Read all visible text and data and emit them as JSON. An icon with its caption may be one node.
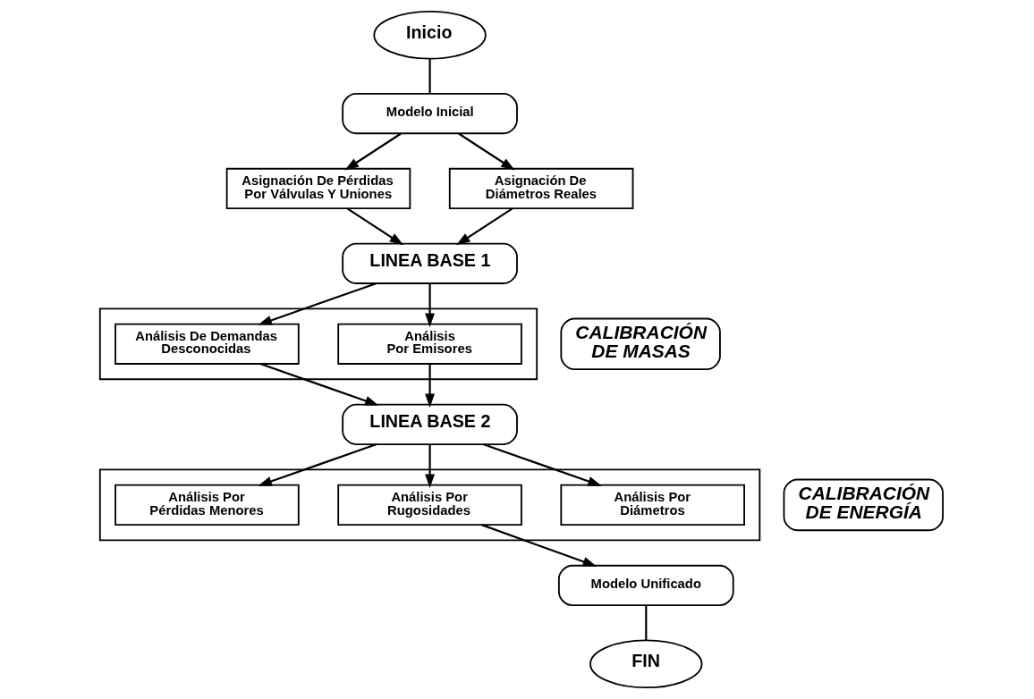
{
  "diagram": {
    "nodes": [
      {
        "text": [
          "Inicio"
        ]
      },
      {
        "text": [
          "Modelo Inicial"
        ]
      },
      {
        "text": [
          "Asignación De Pérdidas Por Válvulas Y Uniones"
        ]
      },
      {
        "text": [
          "Asignación De Diámetros Reales"
        ]
      },
      {
        "text": [
          "LINEA BASE 1"
        ]
      },
      {
        "text": [],
        "shape": "box"
      },
      {
        "text": [
          "Análisis De Demandas Desconocidas"
        ],
        "in": 5
      },
      {
        "text": [
          "Análisis Por Emisores"
        ],
        "in": 5
      },
      {
        "text": [
          "CALIBRACIÓN DE MASAS"
        ]
      },
      {
        "text": [
          "LINEA BASE 2"
        ]
      },
      {
        "text": [],
        "shape": "box"
      },
      {
        "text": [
          "Análisis Por Pérdidas Menores"
        ],
        "in": 10
      },
      {
        "text": [
          "Análisis Por Rugosidades"
        ],
        "in": 10
      },
      {
        "text": [
          "Análisis Por Diámetros"
        ],
        "in": 10
      },
      {
        "text": [
          "CALIBRACIÓN DE ENERGÍA"
        ]
      },
      {
        "text": [
          "Modelo Unificado"
        ]
      },
      {
        "text": [
          "FIN"
        ]
      }
    ],
    "edges": [
      {
        "from": 0,
        "to": 1,
        "arrow": "none"
      },
      {
        "from": 1,
        "to": 2,
        "arrow": "to"
      },
      {
        "from": 1,
        "to": 3,
        "arrow": "to"
      },
      {
        "from": 2,
        "to": 4,
        "arrow": "to"
      },
      {
        "from": 3,
        "to": 4,
        "arrow": "to"
      },
      {
        "from": 4,
        "to": 6,
        "arrow": "to"
      },
      {
        "from": 4,
        "to": 7,
        "arrow": "to"
      },
      {
        "from": 6,
        "to": 9,
        "arrow": "to"
      },
      {
        "from": 7,
        "to": 9,
        "arrow": "to"
      },
      {
        "from": 9,
        "to": 11,
        "arrow": "to"
      },
      {
        "from": 9,
        "to": 12,
        "arrow": "to"
      },
      {
        "from": 9,
        "to": 13,
        "arrow": "to"
      },
      {
        "from": 12,
        "to": 15,
        "arrow": "to"
      },
      {
        "from": 15,
        "to": 16,
        "arrow": "none"
      }
    ]
  }
}
